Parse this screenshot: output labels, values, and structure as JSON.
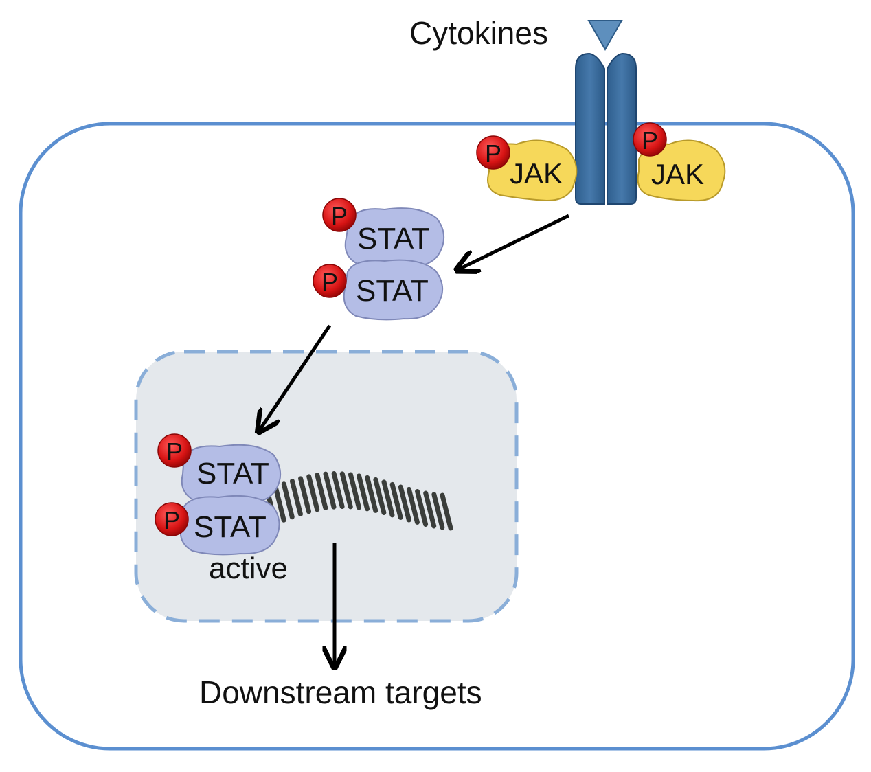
{
  "labels": {
    "cytokines": "Cytokines",
    "active": "active",
    "downstream": "Downstream targets"
  },
  "proteins": {
    "jak": "JAK",
    "stat": "STAT",
    "phospho": "P"
  },
  "colors": {
    "cell_membrane": "#5b8fd0",
    "nucleus_fill": "#e4e8ec",
    "nucleus_border": "#8aaed8",
    "receptor": "#3b6a98",
    "jak_fill": "#f6d85a",
    "stat_fill": "#b4bde6",
    "phosphate": "#e01818",
    "dna": "#3a3d3a"
  }
}
